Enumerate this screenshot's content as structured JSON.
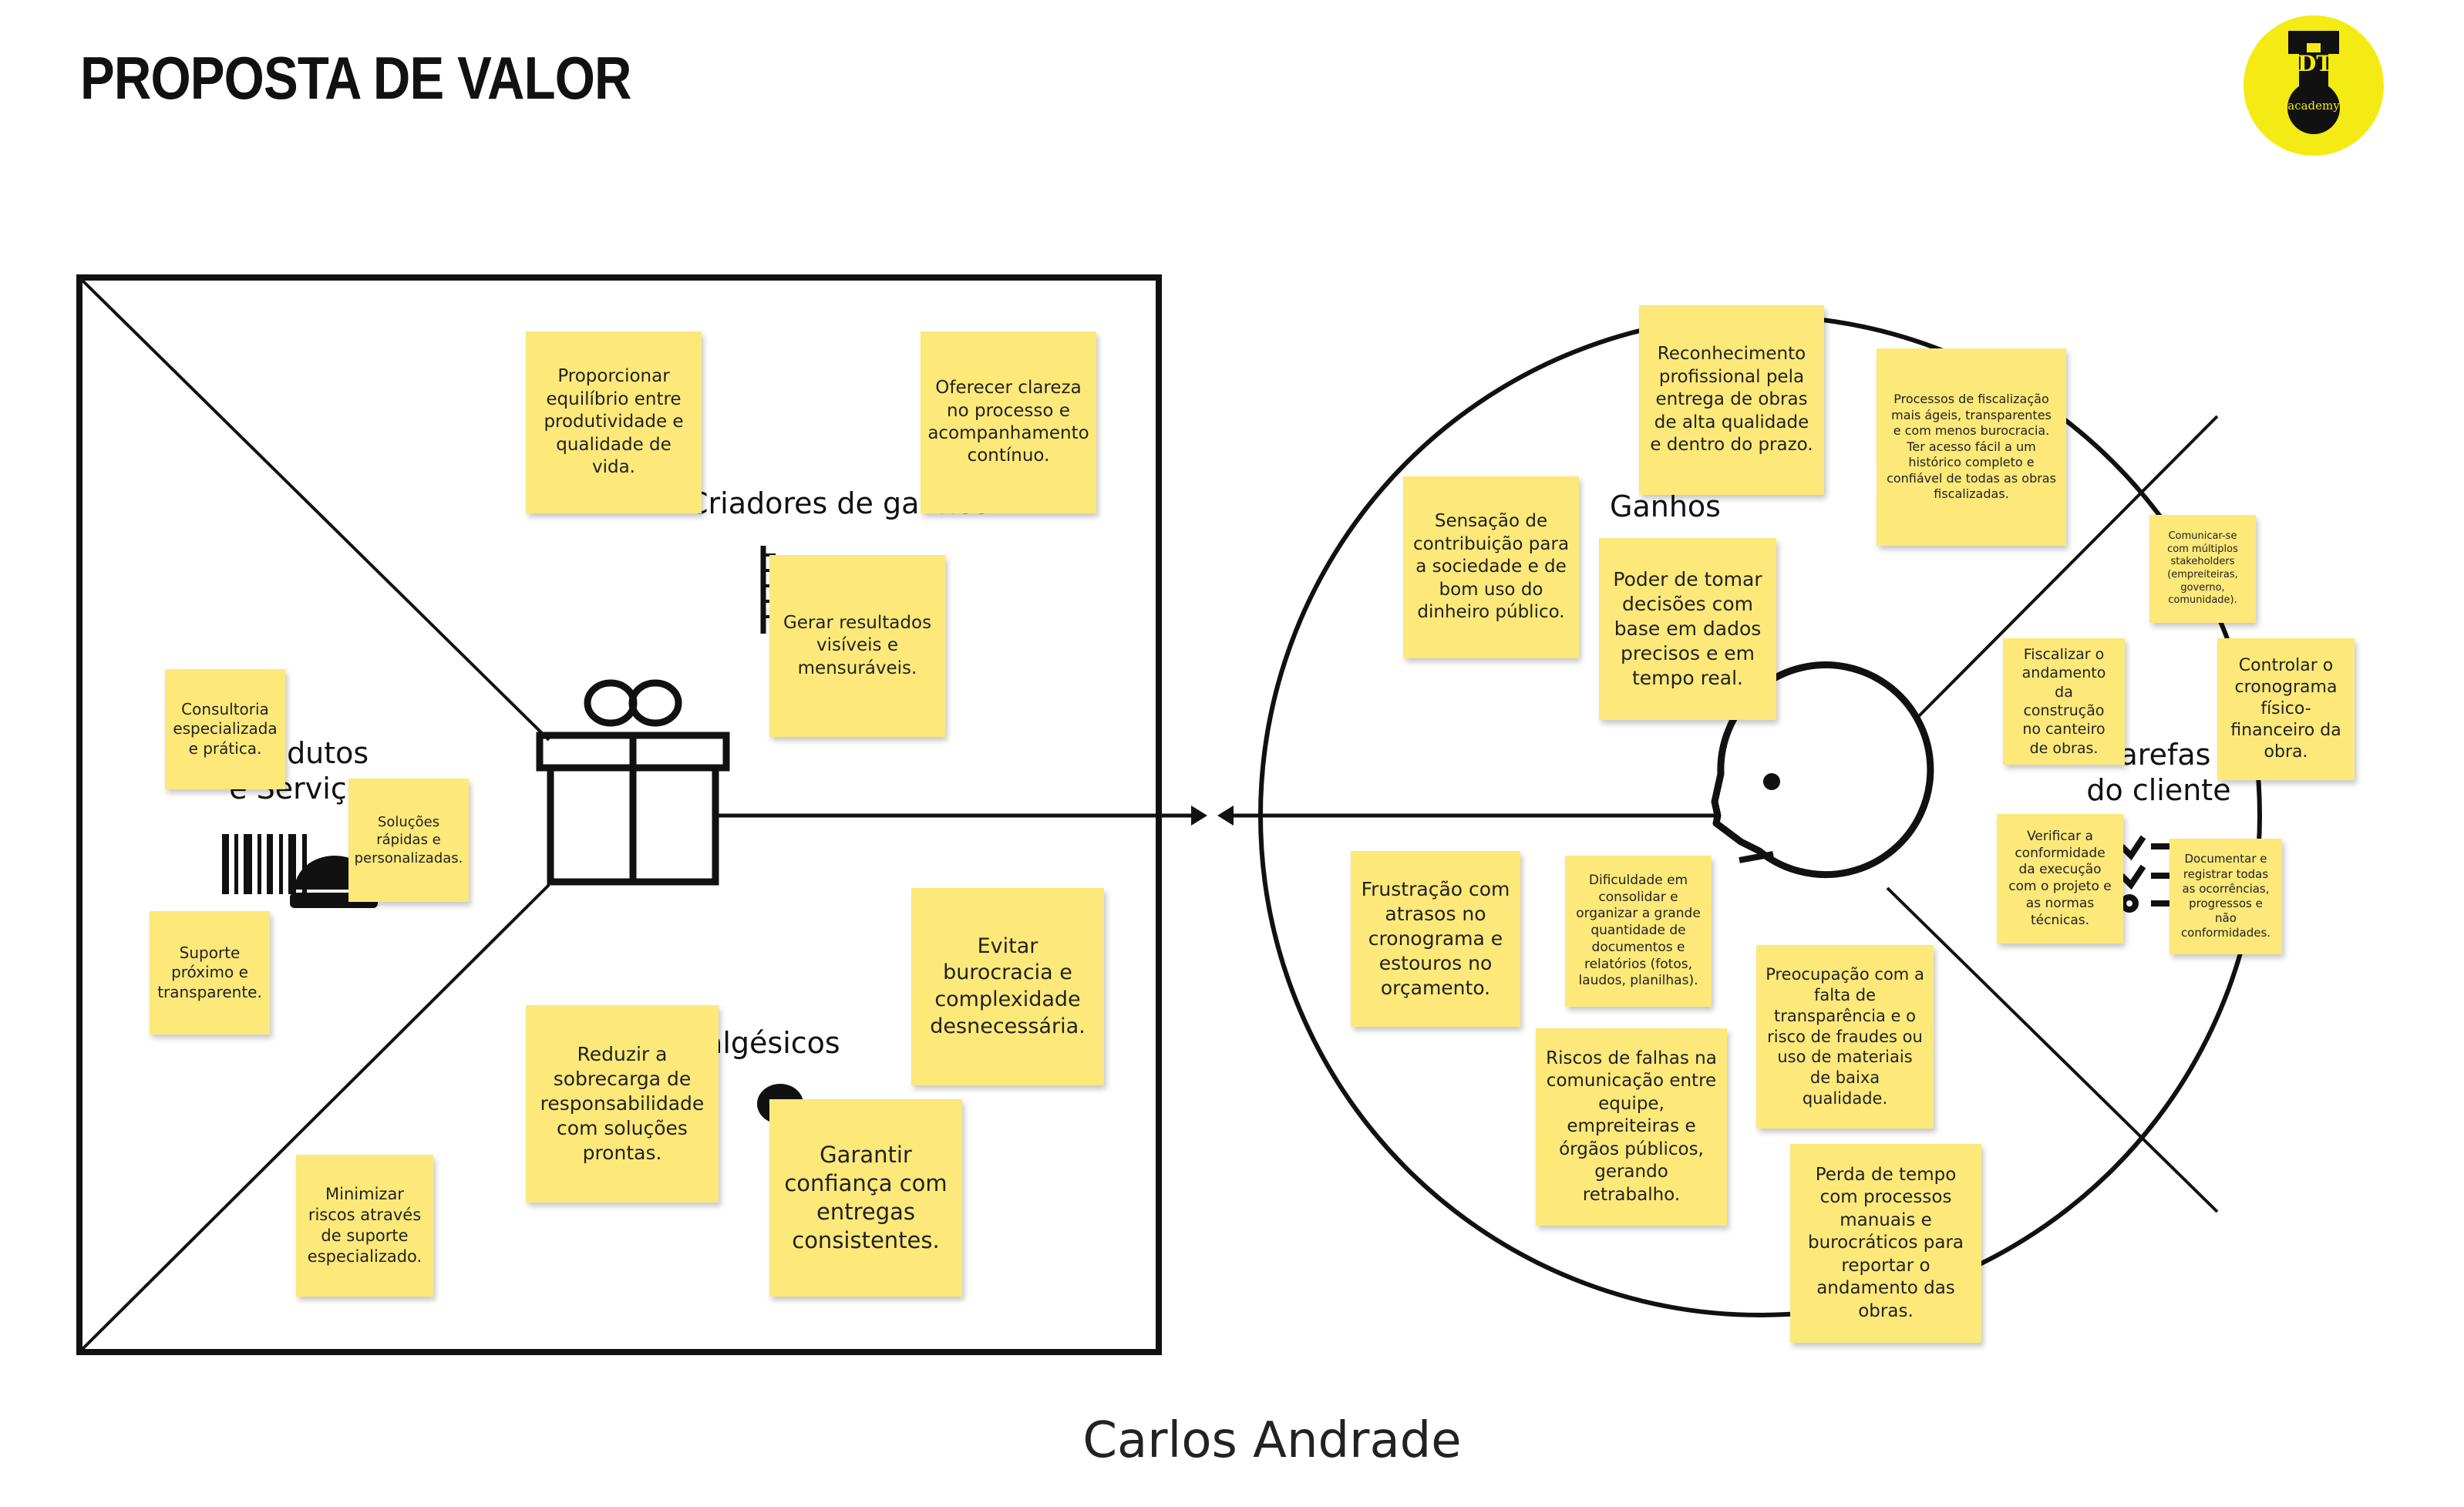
{
  "header": {
    "title": "PROPOSTA DE VALOR"
  },
  "logo": {
    "text_top": "DT",
    "text_bottom": "academy",
    "color": "#f3eb13"
  },
  "value_map": {
    "gain_creators_label": "Criadores de ganhos",
    "pain_relievers_label": "Analgésicos",
    "products_label_line1": "Produtos",
    "products_label_line2": "e Serviços"
  },
  "customer_profile": {
    "gains_label": "Ganhos",
    "jobs_label_line1": "Tarefas",
    "jobs_label_line2": "do cliente"
  },
  "persona": {
    "name": "Carlos Andrade"
  },
  "colors": {
    "sticky": "#fce97a",
    "line": "#111111"
  },
  "sticky_notes": [
    {
      "text": "Proporcionar equilíbrio entre produtividade e qualidade de vida."
    },
    {
      "text": "Oferecer clareza no processo e acompanhamento contínuo."
    },
    {
      "text": "Gerar resultados visíveis e mensuráveis."
    },
    {
      "text": "Consultoria especializada e prática."
    },
    {
      "text": "Soluções rápidas e personalizadas."
    },
    {
      "text": "Suporte próximo e transparente."
    },
    {
      "text": "Evitar burocracia e complexidade desnecessária."
    },
    {
      "text": "Reduzir a sobrecarga de responsabilidade com soluções prontas."
    },
    {
      "text": "Garantir confiança com entregas consistentes."
    },
    {
      "text": "Minimizar riscos através de suporte especializado."
    },
    {
      "text": "Reconhecimento profissional pela entrega de obras de alta qualidade e dentro do prazo."
    },
    {
      "text": "Processos de fiscalização mais ágeis, transparentes e com menos burocracia. Ter acesso fácil a um histórico completo e confiável de todas as obras fiscalizadas."
    },
    {
      "text": "Sensação de contribuição para a sociedade e de bom uso do dinheiro público."
    },
    {
      "text": "Poder de tomar decisões com base em dados precisos e em tempo real."
    },
    {
      "text": "Comunicar-se com múltiplos stakeholders (empreiteiras, governo, comunidade)."
    },
    {
      "text": "Fiscalizar o andamento da construção no canteiro de obras."
    },
    {
      "text": "Controlar o cronograma físico-financeiro da obra."
    },
    {
      "text": "Verificar a conformidade da execução com o projeto e as normas técnicas."
    },
    {
      "text": "Documentar e registrar todas as ocorrências, progressos e não conformidades."
    },
    {
      "text": "Frustração com atrasos no cronograma e estouros no orçamento."
    },
    {
      "text": "Dificuldade em consolidar e organizar a grande quantidade de documentos e relatórios (fotos, laudos, planilhas)."
    },
    {
      "text": "Preocupação com a falta de transparência e o risco de fraudes ou uso de materiais de baixa qualidade."
    },
    {
      "text": "Riscos de falhas na comunicação entre equipe, empreiteiras e órgãos públicos, gerando retrabalho."
    },
    {
      "text": "Perda de tempo com processos manuais e burocráticos para reportar o andamento das obras."
    }
  ]
}
